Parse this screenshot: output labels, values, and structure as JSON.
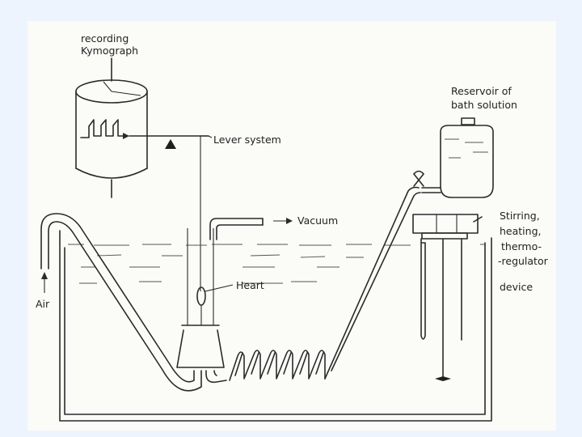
{
  "labels": {
    "kymograph_line1": "recording",
    "kymograph_line2": "Kymograph",
    "lever": "Lever system",
    "reservoir_line1": "Reservoir of",
    "reservoir_line2": "bath solution",
    "vacuum": "Vacuum",
    "stirring_line1": "Stirring,",
    "stirring_line2": "heating,",
    "stirring_line3": "thermo-",
    "stirring_line4": "-regulator",
    "stirring_line5": "device",
    "heart": "Heart",
    "air": "Air"
  },
  "colors": {
    "background": "#fbfbf8",
    "frame": "#edf4fd",
    "ink": "#2a2a2a"
  }
}
